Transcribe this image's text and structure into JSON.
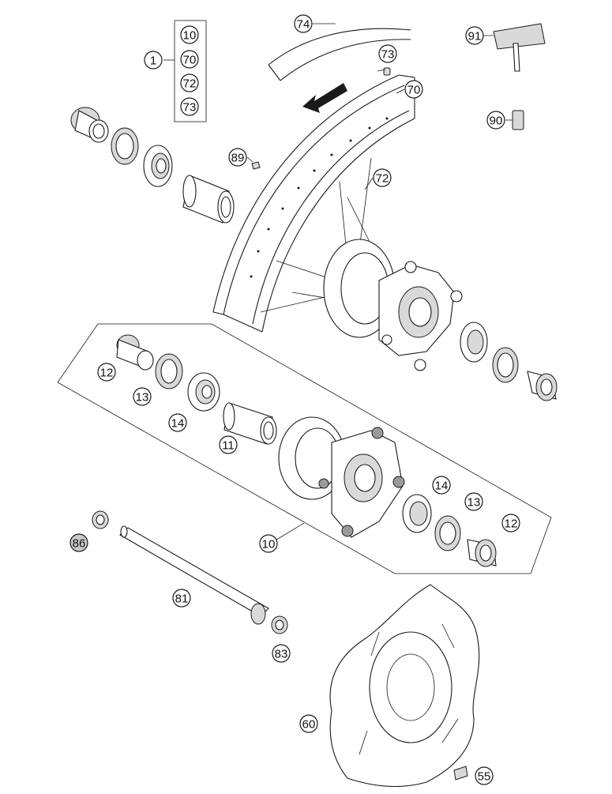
{
  "callouts": {
    "c1": "1",
    "c10_box": "10",
    "c70_box": "70",
    "c72_box": "72",
    "c73_box": "73",
    "c74": "74",
    "c73": "73",
    "c70": "70",
    "c72": "72",
    "c89": "89",
    "c91": "91",
    "c90": "90",
    "c12_left": "12",
    "c13_left": "13",
    "c14_left": "14",
    "c11": "11",
    "c10": "10",
    "c14_right": "14",
    "c13_right": "13",
    "c12_right": "12",
    "c86": "86",
    "c81": "81",
    "c83": "83",
    "c60": "60",
    "c55": "55"
  },
  "colors": {
    "line": "#1a1a1a",
    "shade": "#d9d9d9",
    "callout_fill": "#ffffff"
  }
}
